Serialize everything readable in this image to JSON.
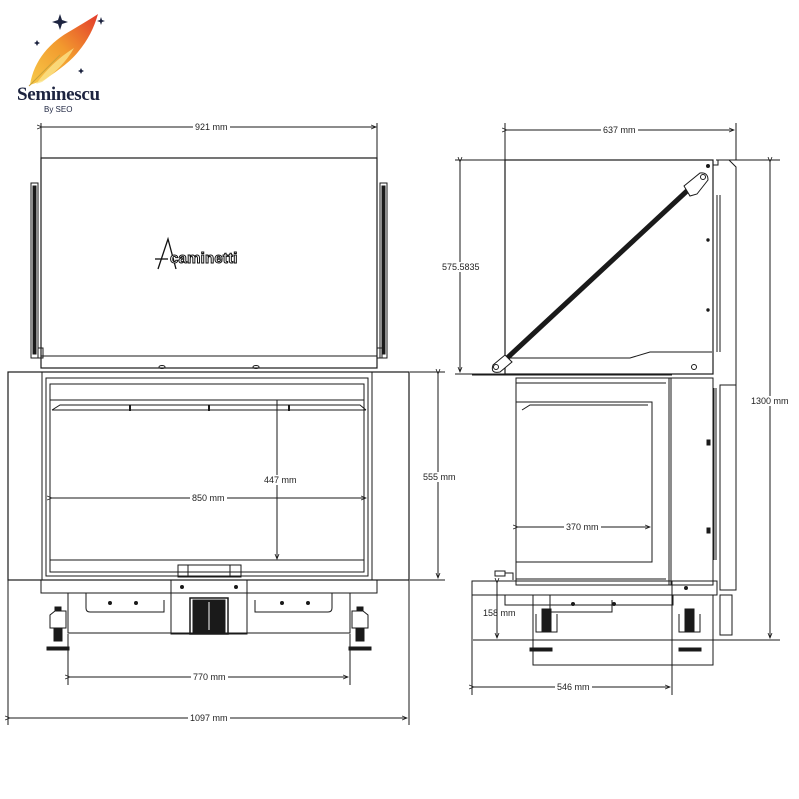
{
  "logo": {
    "wordmark": "Seminescu",
    "byline": "By SEO",
    "colors": {
      "flame_red": "#e23a2c",
      "flame_orange": "#f29a2e",
      "flame_yellow": "#f7c948",
      "ink": "#1d2440"
    }
  },
  "front_view": {
    "brand_label": "caminetti",
    "brand_initial": "A.",
    "dimensions": {
      "top_width": "921 mm",
      "glass_height": "447 mm",
      "glass_width": "850 mm",
      "body_height": "555 mm",
      "feet_span": "770 mm",
      "overall_width": "1097 mm"
    }
  },
  "side_view": {
    "dimensions": {
      "depth_top": "637 mm",
      "hood_height": "575.5835",
      "overall_height": "1300 mm",
      "glass_depth": "370 mm",
      "base_height": "158 mm",
      "base_depth": "546 mm"
    }
  },
  "colors": {
    "line": "#1a1a1a",
    "background": "#ffffff"
  }
}
